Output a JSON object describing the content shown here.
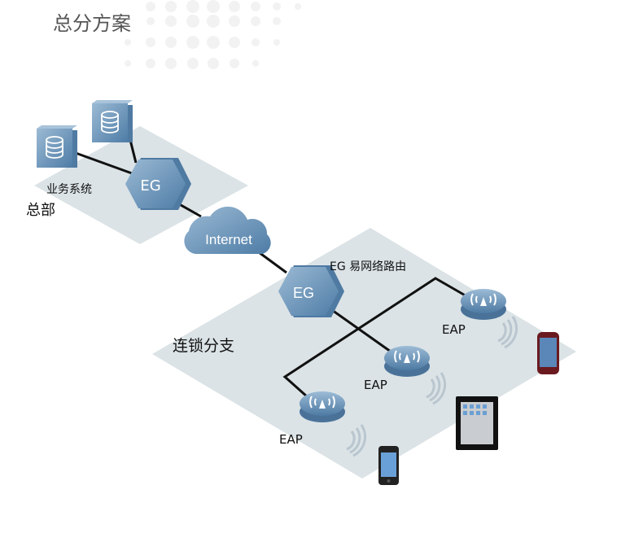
{
  "title": "总分方案",
  "headquarters": {
    "label": "总部",
    "servers_label": "业务系统",
    "router_label": "EG"
  },
  "internet": {
    "label": "Internet"
  },
  "branch": {
    "label": "连锁分支",
    "router_label": "EG",
    "router_caption": "EG 易网络路由",
    "access_points": [
      {
        "label": "EAP"
      },
      {
        "label": "EAP"
      },
      {
        "label": "EAP"
      }
    ]
  },
  "colors": {
    "device_blue": "#5f8db5",
    "platform": "#dbe3e6",
    "link": "#111111"
  }
}
